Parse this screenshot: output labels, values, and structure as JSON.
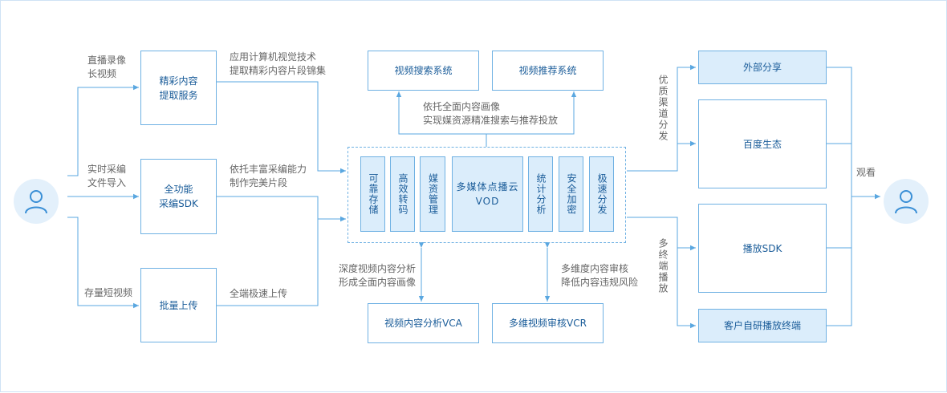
{
  "inputs": {
    "highlight": "精彩内容\n提取服务",
    "capture": "全功能\n采编SDK",
    "batch": "批量上传"
  },
  "input_labels": {
    "highlight_src": "直播录像\n长视频",
    "capture_src": "实时采编\n文件导入",
    "batch_src": "存量短视频",
    "highlight_out": "应用计算机视觉技术\n提取精彩内容片段锦集",
    "capture_out": "依托丰富采编能力\n制作完美片段",
    "batch_out": "全端极速上传"
  },
  "top_systems": {
    "search": "视频搜索系统",
    "recommend": "视频推荐系统",
    "note": "依托全面内容画像\n实现媒资源精准搜索与推荐投放"
  },
  "core_modules": [
    "可靠存储",
    "高效转码",
    "媒资管理",
    "多媒体点播云\nVOD",
    "统计分析",
    "安全加密",
    "极速分发"
  ],
  "bottom_systems": {
    "vca": "视频内容分析VCA",
    "vcr": "多维视频审核VCR",
    "vca_note": "深度视频内容分析\n形成全面内容画像",
    "vcr_note": "多维度内容审核\n降低内容违规风险"
  },
  "outputs": {
    "share": "外部分享",
    "baidu": "百度生态",
    "sdk": "播放SDK",
    "client": "客户自研播放终端"
  },
  "output_labels": {
    "quality": "优质渠道分发",
    "multi": "多终端播放",
    "watch": "观看"
  },
  "colors": {
    "line": "#5aa7e0",
    "box_border": "#6fb1e3",
    "box_fill": "#dbedfb",
    "text": "#1a5c99",
    "label": "#666666"
  }
}
